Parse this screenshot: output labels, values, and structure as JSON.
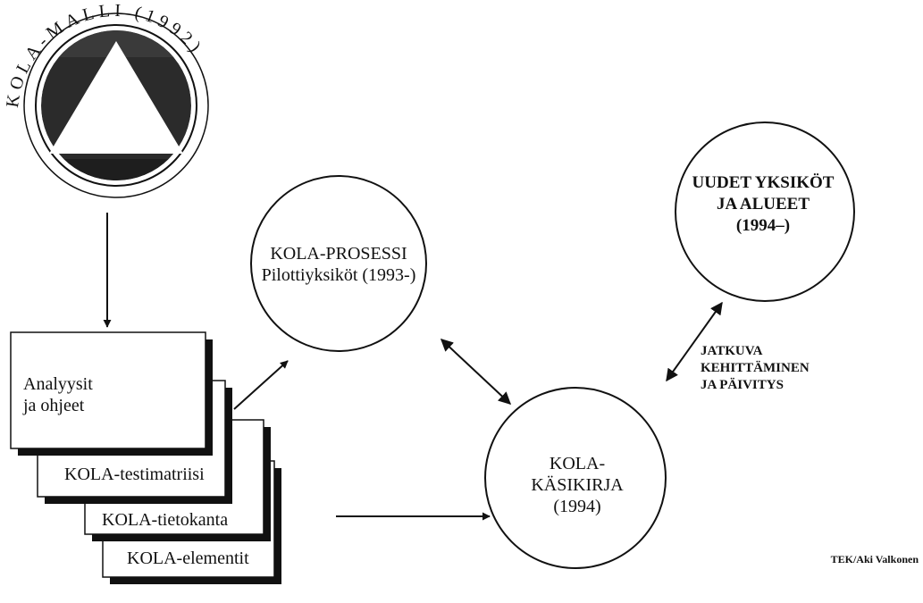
{
  "logo": {
    "ring_text": "KOLA-MALLI (1992)"
  },
  "stack": {
    "cards": [
      {
        "lines": [
          "Analyysit",
          "ja ohjeet"
        ]
      },
      {
        "label": "KOLA-testimatriisi"
      },
      {
        "label": "KOLA-tietokanta"
      },
      {
        "label": "KOLA-elementit"
      }
    ]
  },
  "circles": {
    "prosessi": {
      "lines": [
        "KOLA-PROSESSI",
        "Pilottiyksiköt (1993-)"
      ]
    },
    "kasikirja": {
      "lines": [
        "KOLA-",
        "KÄSIKIRJA",
        "(1994)"
      ]
    },
    "uudet": {
      "lines": [
        "UUDET YKSIKÖT",
        "JA ALUEET",
        "(1994–)"
      ]
    }
  },
  "annotation": {
    "lines": [
      "JATKUVA",
      "KEHITTÄMINEN",
      "JA PÄIVITYS"
    ]
  },
  "credit": "TEK/Aki Valkonen",
  "colors": {
    "ink": "#111111",
    "logo_fill": "#2b2b2b",
    "background": "#ffffff"
  }
}
